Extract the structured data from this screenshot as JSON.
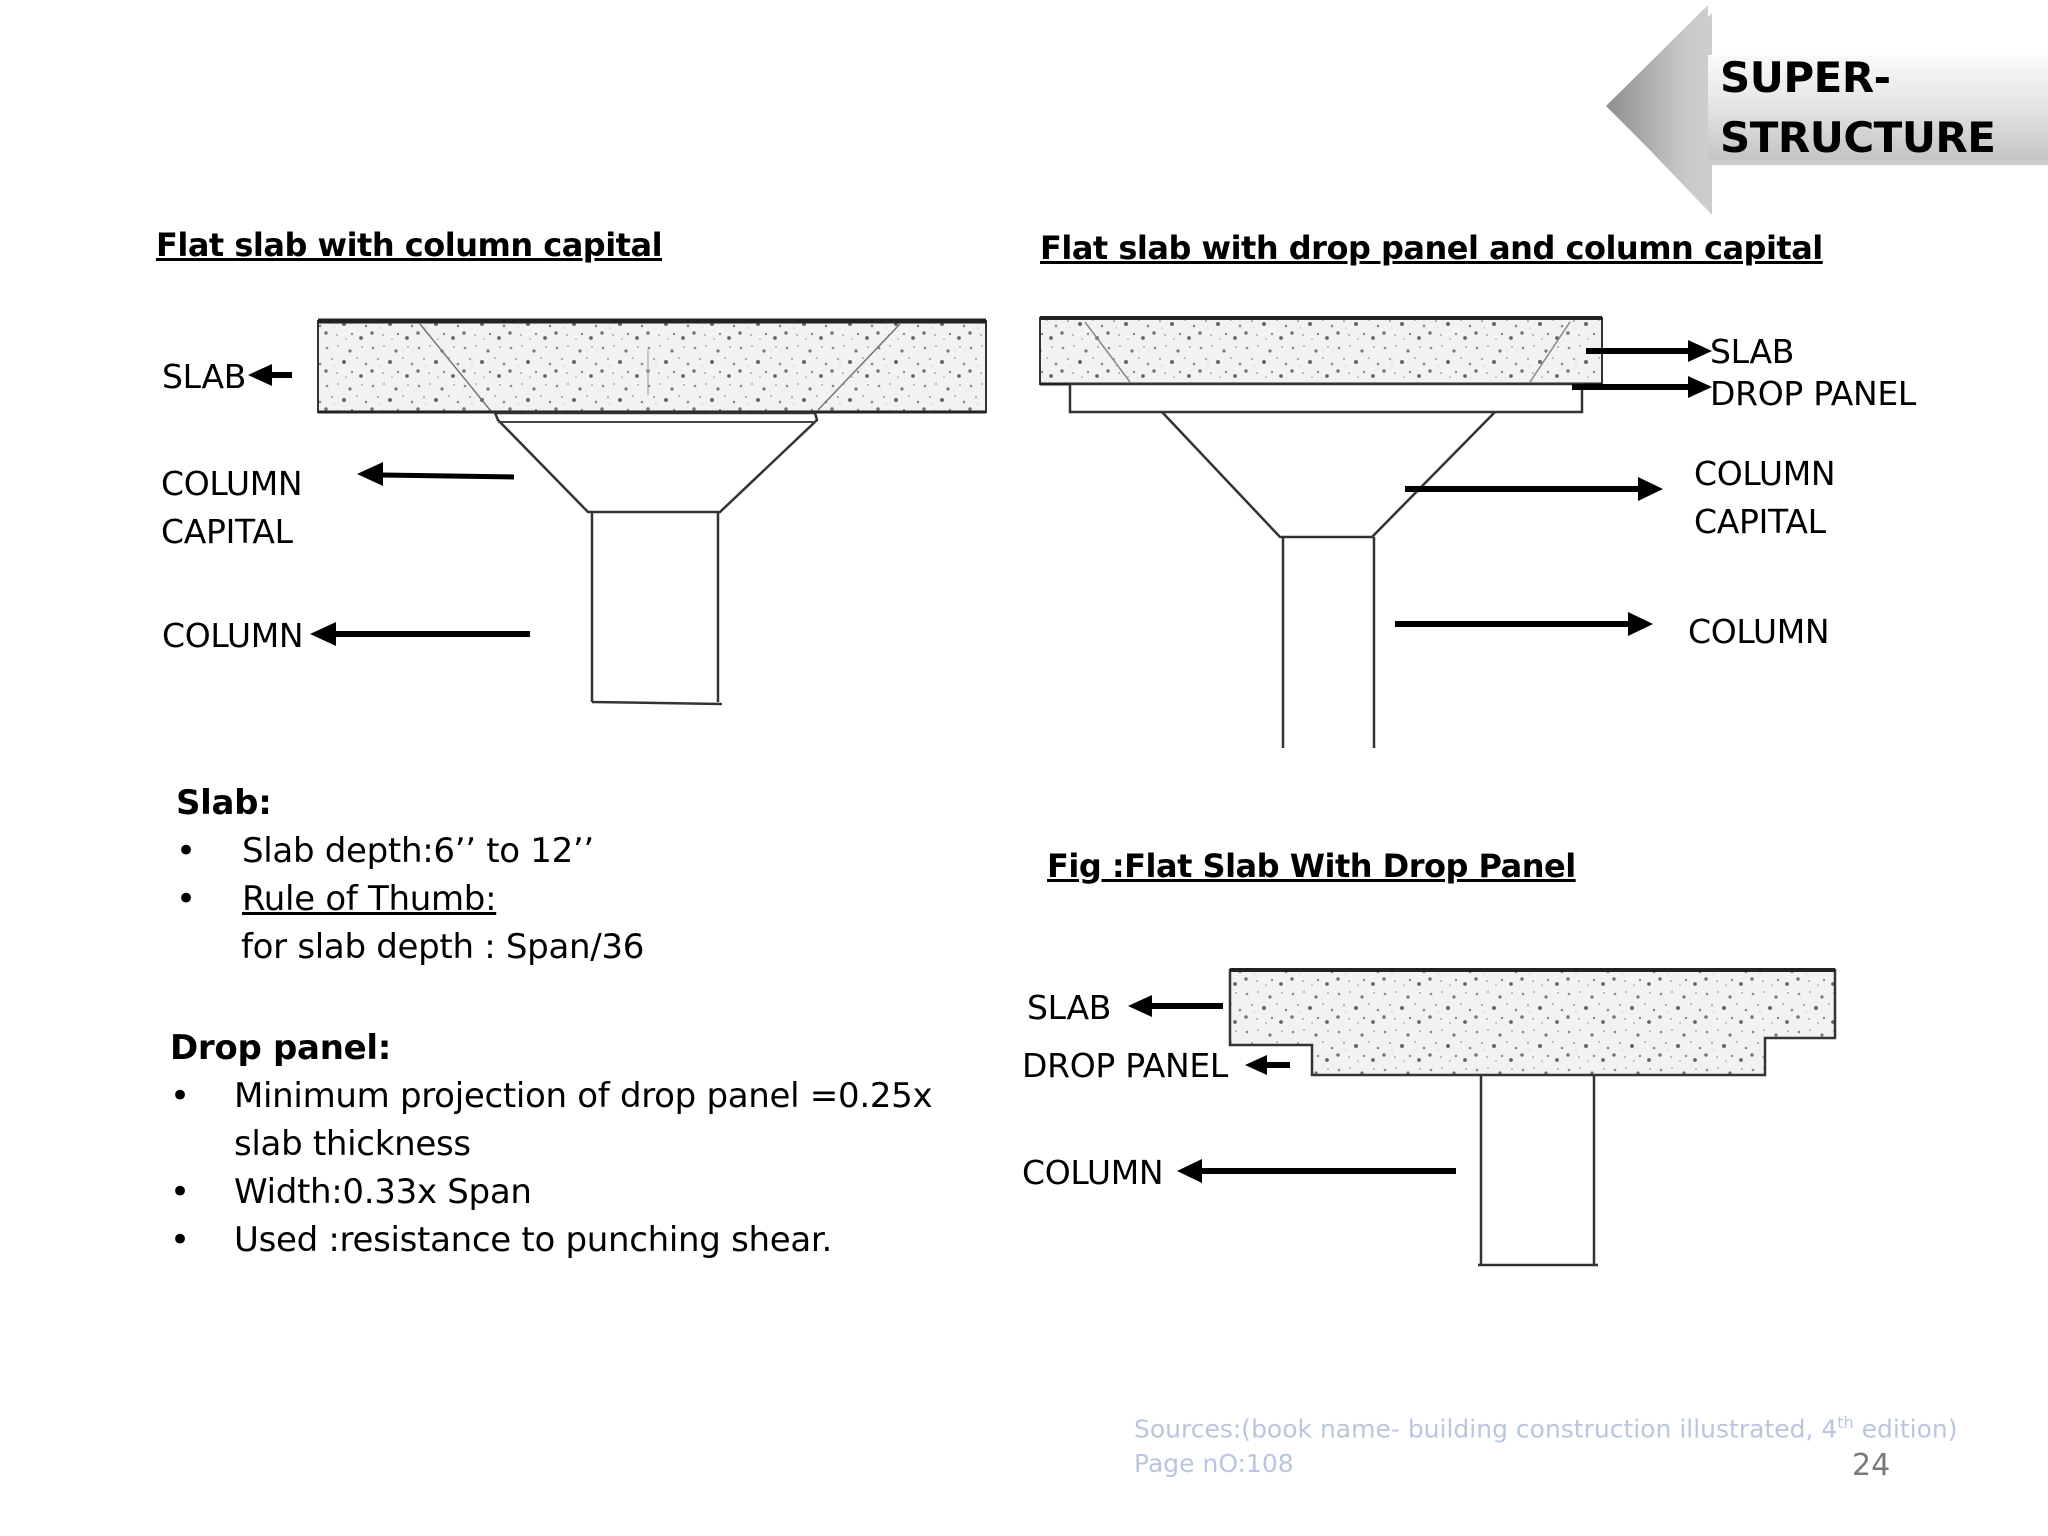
{
  "nav_badge": {
    "line1": "SUPER-",
    "line2": "STRUCTURE"
  },
  "figure1": {
    "title": "Flat slab with column capital",
    "labels": {
      "slab": "SLAB",
      "capital_line1": "COLUMN",
      "capital_line2": "CAPITAL",
      "column": "COLUMN"
    }
  },
  "figure2": {
    "title": "Flat slab with drop panel and column capital",
    "labels": {
      "slab": "SLAB",
      "drop_panel": "DROP PANEL",
      "capital_line1": "COLUMN",
      "capital_line2": "CAPITAL",
      "column": "COLUMN"
    }
  },
  "figure3": {
    "title": "Fig :Flat Slab With Drop Panel",
    "labels": {
      "slab": "SLAB",
      "drop_panel": "DROP PANEL",
      "column": "COLUMN"
    }
  },
  "slab_notes": {
    "heading": "Slab:",
    "bullet": "•",
    "item1": "Slab depth:6’’ to 12’’",
    "item2": "Rule of Thumb:",
    "item2_cont": "for slab depth : Span/36"
  },
  "drop_notes": {
    "heading": "Drop panel:",
    "bullet": "•",
    "item1_line1": "Minimum projection of drop panel =0.25x",
    "item1_line2": "slab thickness",
    "item2": "Width:0.33x Span",
    "item3": "Used :resistance to punching shear."
  },
  "source": {
    "prefix": "Sources:(book name- building construction illustrated, 4",
    "sup": "th",
    "suffix": " edition)",
    "line2": "Page nO:108"
  },
  "page_number": "24"
}
